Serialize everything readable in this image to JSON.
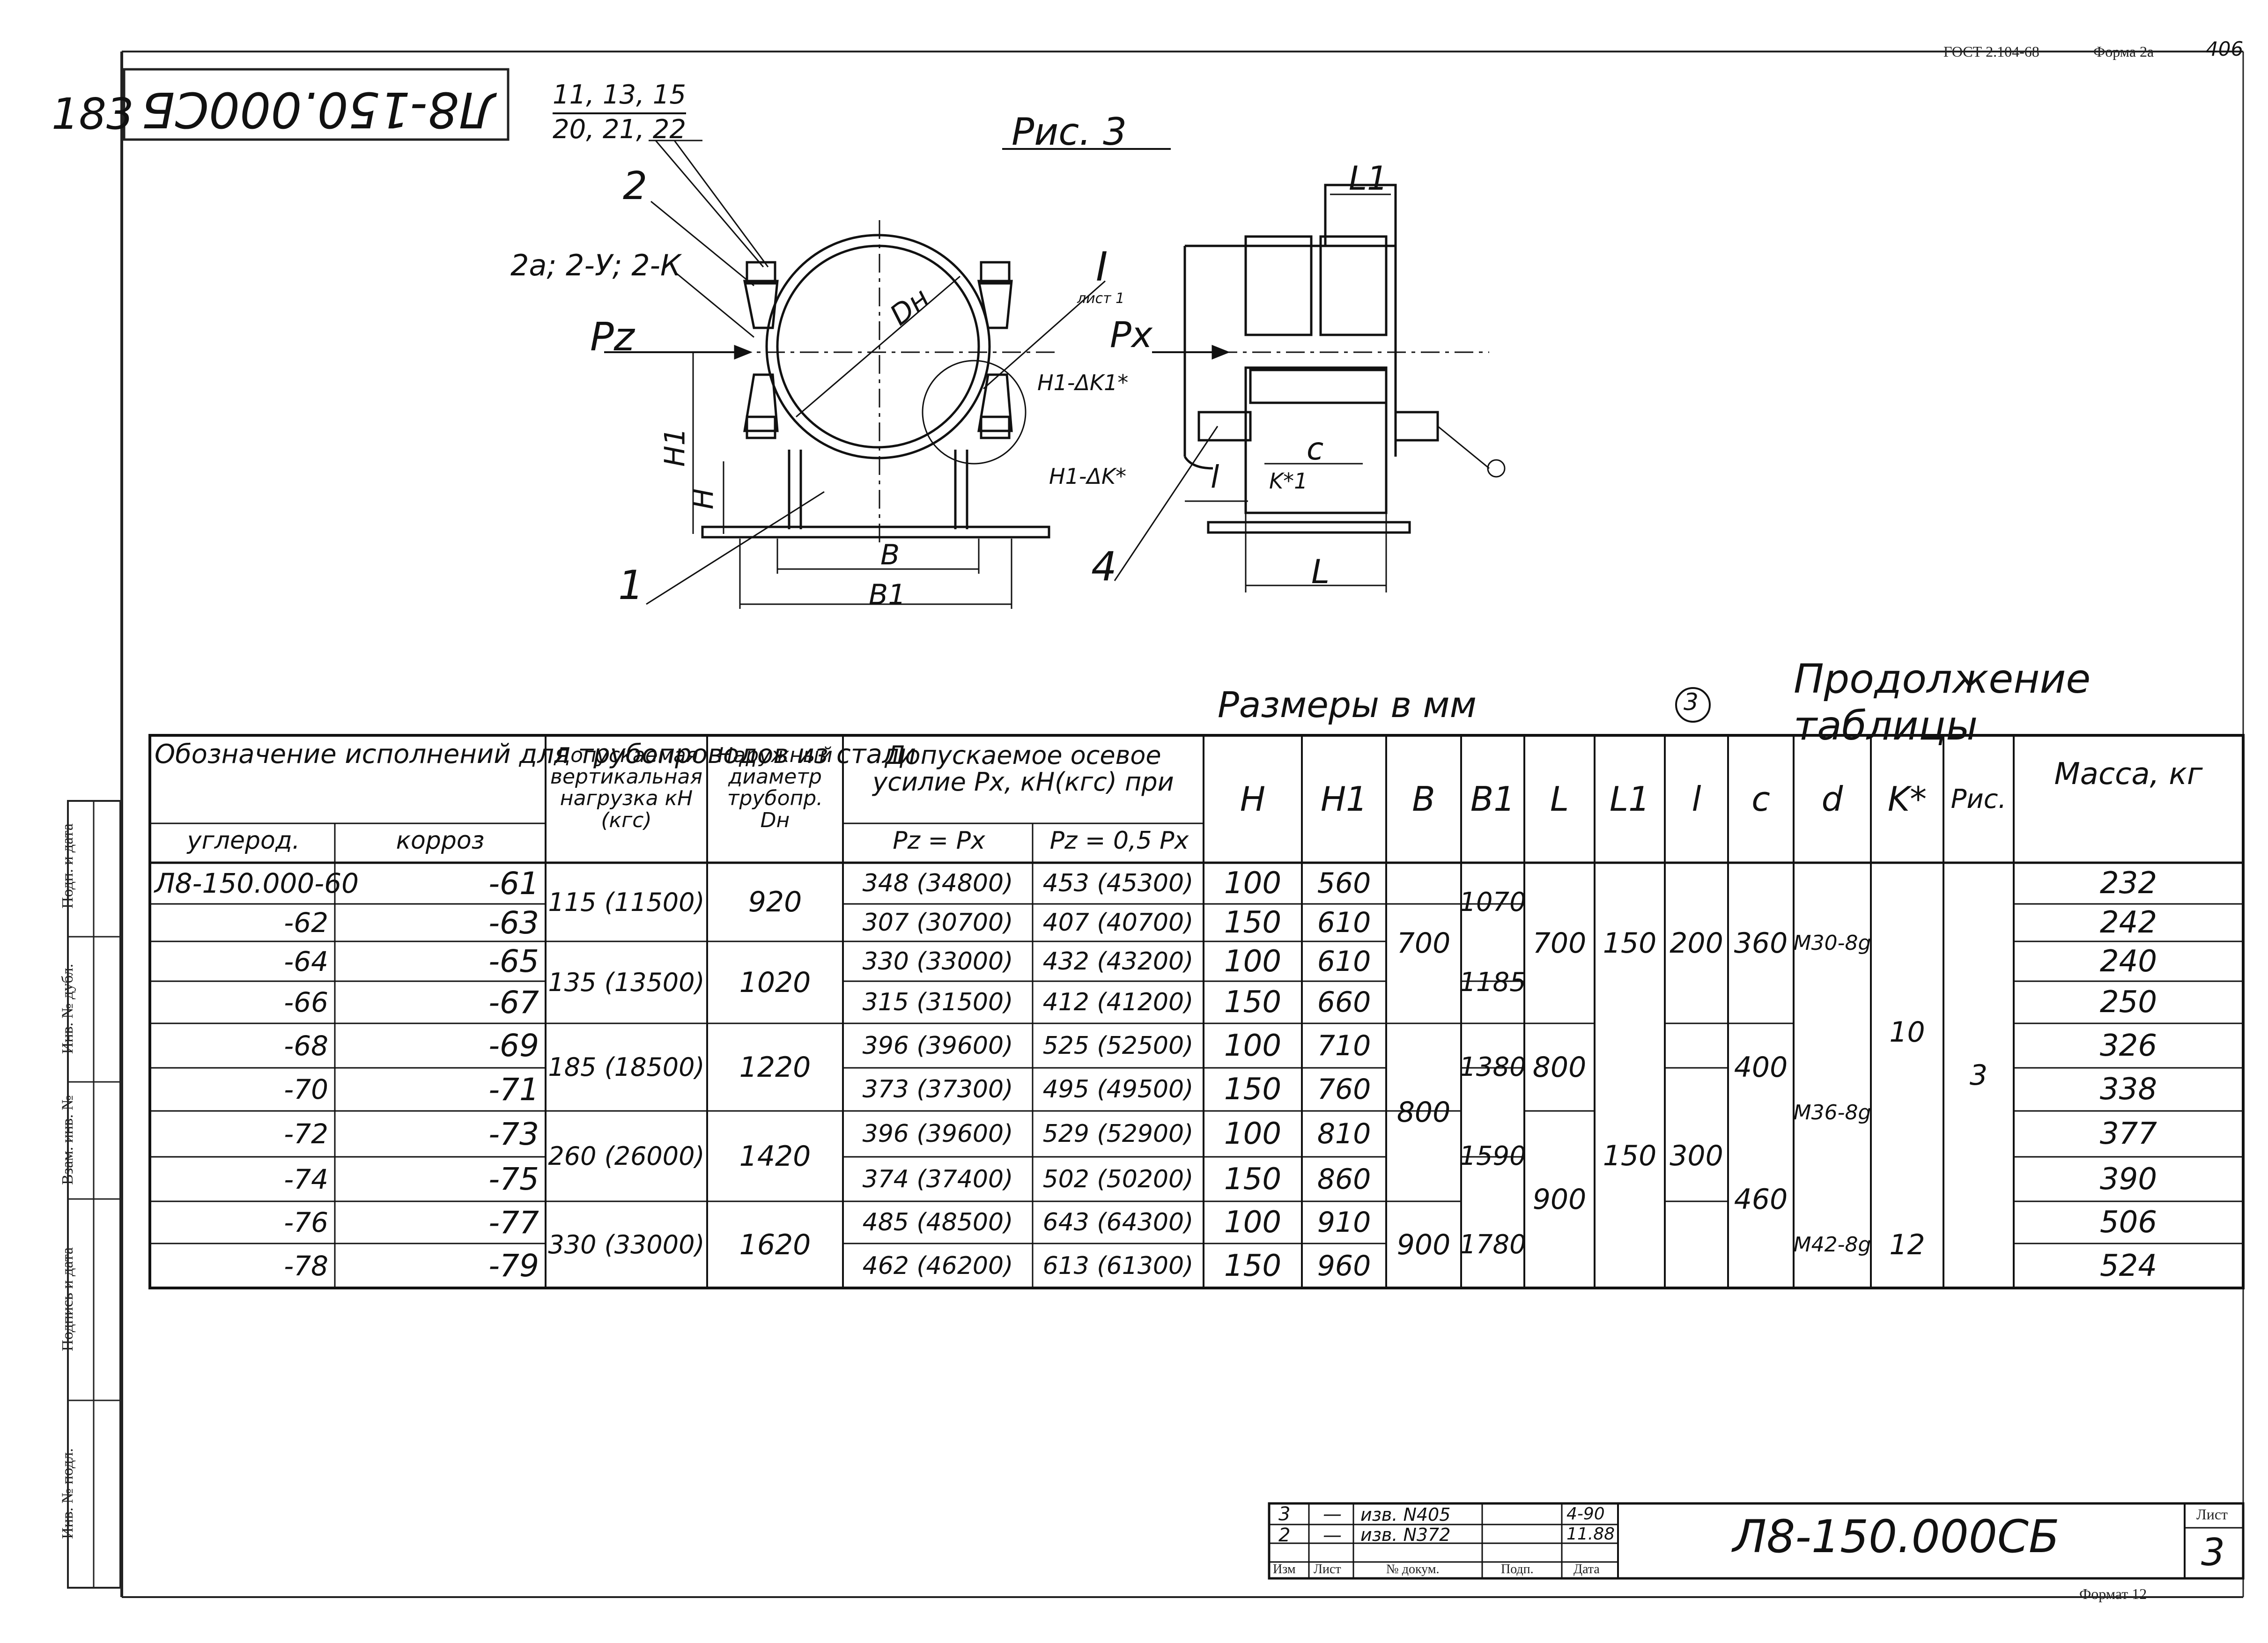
{
  "form_header": {
    "standard": "ГОСТ 2.104-68",
    "form": "Форма 2а",
    "page_corner": "406"
  },
  "corner_number": "183",
  "rotated_designation": "Л8-150.000СБ",
  "drawing_labels": {
    "figure_title": "Рис. 3",
    "callout_top_1": "11, 13, 15",
    "callout_top_2": "20, 21, 22",
    "callout_2": "2",
    "callout_2a": "2а; 2-У; 2-К",
    "callout_pz": "Pz",
    "callout_dn": "Dн",
    "callout_detail": "I",
    "callout_detail_sheet": "лист 1",
    "callout_h1dk1": "H1-ΔK1*",
    "callout_h1": "H1",
    "callout_h": "H",
    "callout_h1dk": "H1-ΔK*",
    "callout_b": "B",
    "callout_b1": "B1",
    "callout_1": "1",
    "callout_l1": "L1",
    "callout_px": "Px",
    "callout_c": "c",
    "callout_l_small": "l",
    "callout_k1": "K*1",
    "callout_4": "4",
    "callout_L": "L"
  },
  "table_caption": "Продолжение таблицы",
  "sizes_caption": "Размеры в мм",
  "sizes_mark": "3",
  "table": {
    "headers": {
      "designation": "Обозначение исполнений для трубопроводов из стали",
      "carbon": "углерод.",
      "corrosion": "корроз",
      "vertical_load": "Допускаемая вертикальная нагрузка кН (кгс)",
      "outer_diameter": "Наружный диаметр трубопр. Dн",
      "axial_force": "Допускаемое осевое усилие Px, кН(кгс) при",
      "pz_eq_px": "Pz = Px",
      "pz_half_px": "Pz = 0,5 Px",
      "H": "H",
      "H1": "H1",
      "B": "B",
      "B1": "B1",
      "L": "L",
      "L1": "L1",
      "l": "l",
      "c": "c",
      "d": "d",
      "K": "K*",
      "fig": "Рис.",
      "mass": "Масса, кг"
    },
    "rows": [
      {
        "carbon": "Л8-150.000-60",
        "corr": "-61",
        "pfull": "348 (34800)",
        "phalf": "453 (45300)",
        "H": "100",
        "H1": "560",
        "mass": "232"
      },
      {
        "carbon": "-62",
        "corr": "-63",
        "pfull": "307 (30700)",
        "phalf": "407 (40700)",
        "H": "150",
        "H1": "610",
        "mass": "242"
      },
      {
        "carbon": "-64",
        "corr": "-65",
        "pfull": "330 (33000)",
        "phalf": "432 (43200)",
        "H": "100",
        "H1": "610",
        "mass": "240"
      },
      {
        "carbon": "-66",
        "corr": "-67",
        "pfull": "315 (31500)",
        "phalf": "412 (41200)",
        "H": "150",
        "H1": "660",
        "mass": "250"
      },
      {
        "carbon": "-68",
        "corr": "-69",
        "pfull": "396 (39600)",
        "phalf": "525 (52500)",
        "H": "100",
        "H1": "710",
        "mass": "326"
      },
      {
        "carbon": "-70",
        "corr": "-71",
        "pfull": "373 (37300)",
        "phalf": "495 (49500)",
        "H": "150",
        "H1": "760",
        "mass": "338"
      },
      {
        "carbon": "-72",
        "corr": "-73",
        "pfull": "396 (39600)",
        "phalf": "529 (52900)",
        "H": "100",
        "H1": "810",
        "mass": "377"
      },
      {
        "carbon": "-74",
        "corr": "-75",
        "pfull": "374 (37400)",
        "phalf": "502 (50200)",
        "H": "150",
        "H1": "860",
        "mass": "390"
      },
      {
        "carbon": "-76",
        "corr": "-77",
        "pfull": "485 (48500)",
        "phalf": "643 (64300)",
        "H": "100",
        "H1": "910",
        "mass": "506"
      },
      {
        "carbon": "-78",
        "corr": "-79",
        "pfull": "462 (46200)",
        "phalf": "613 (61300)",
        "H": "150",
        "H1": "960",
        "mass": "524"
      }
    ],
    "merged": {
      "load": [
        "115 (11500)",
        "135 (13500)",
        "185 (18500)",
        "260 (26000)",
        "330 (33000)"
      ],
      "diameter": [
        "920",
        "1020",
        "1220",
        "1420",
        "1620"
      ],
      "B": [
        "700",
        "800",
        "900"
      ],
      "B1": [
        "1070",
        "1185",
        "1380",
        "1590",
        "1780"
      ],
      "L": [
        "700",
        "800",
        "900"
      ],
      "L1": [
        "150",
        "150"
      ],
      "l": [
        "200",
        "300"
      ],
      "c": [
        "360",
        "400",
        "460"
      ],
      "d": [
        "M30-8g",
        "M36-8g",
        "M42-8g"
      ],
      "K": [
        "10",
        "12"
      ],
      "fig": "3"
    }
  },
  "side_stamp": {
    "labels": [
      "Подп. и дата",
      "Инв. № дубл.",
      "Взам. инв. №",
      "Подпись и дата",
      "Инв. № подл."
    ]
  },
  "title_block": {
    "rev_rows": [
      {
        "izm": "3",
        "list": "—",
        "doc": "изв. N405",
        "podp": "",
        "date": "4-90"
      },
      {
        "izm": "2",
        "list": "—",
        "doc": "изв. N372",
        "podp": "",
        "date": "11.88"
      }
    ],
    "col_headers": [
      "Изм",
      "Лист",
      "№ докум.",
      "Подп.",
      "Дата"
    ],
    "designation": "Л8-150.000СБ",
    "sheet_label": "Лист",
    "sheet_number": "3",
    "format": "Формат 12"
  }
}
